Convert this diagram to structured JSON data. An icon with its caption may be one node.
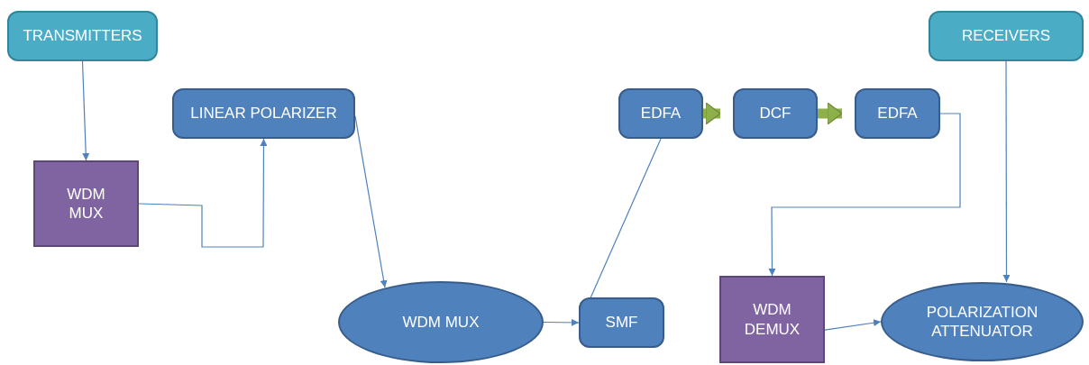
{
  "diagram": {
    "nodes": [
      {
        "text": [
          "TRANSMITTERS"
        ]
      },
      {
        "text": [
          "WDM MUX"
        ]
      },
      {
        "text": [
          "LINEAR POLARIZER"
        ]
      },
      {
        "text": [
          "WDM MUX"
        ]
      },
      {
        "text": [
          "SMF"
        ]
      },
      {
        "text": [
          "EDFA"
        ]
      },
      {
        "text": [
          "DCF"
        ]
      },
      {
        "text": [
          "EDFA"
        ]
      },
      {
        "text": [
          "RECEIVERS"
        ]
      },
      {
        "text": [
          "WDM DEMUX"
        ]
      },
      {
        "text": [
          "POLARIZATION ATTENUATOR"
        ]
      }
    ],
    "edges": [
      {
        "from": 0,
        "to": 1,
        "arrow": "to"
      },
      {
        "from": 1,
        "to": 2,
        "arrow": "to"
      },
      {
        "from": 2,
        "to": 3,
        "arrow": "to"
      },
      {
        "from": 3,
        "to": 4,
        "arrow": "to"
      },
      {
        "from": 4,
        "to": 5,
        "arrow": "none"
      },
      {
        "from": 5,
        "to": 6,
        "arrow": "to",
        "style": "thick",
        "color": "#8db048"
      },
      {
        "from": 6,
        "to": 7,
        "arrow": "to",
        "style": "thick",
        "color": "#8db048"
      },
      {
        "from": 7,
        "to": 9,
        "arrow": "to"
      },
      {
        "from": 8,
        "to": 10,
        "arrow": "to"
      },
      {
        "from": 9,
        "to": 10,
        "arrow": "to"
      }
    ]
  }
}
